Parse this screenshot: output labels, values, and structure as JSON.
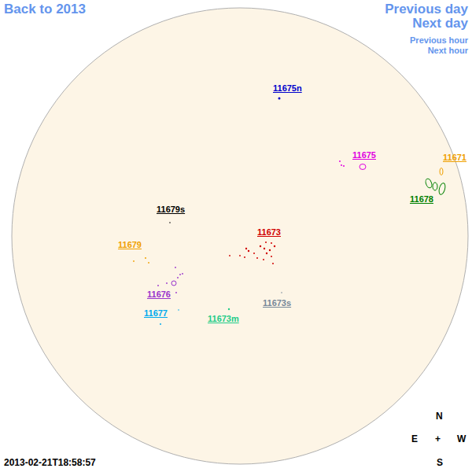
{
  "diagram": {
    "labels": [
      "Back to 2013",
      "Previous day",
      "Next day",
      "Previous hour",
      "Next hour",
      "11675n",
      "11675",
      "11671",
      "11678",
      "11679s",
      "11673",
      "11679",
      "11676",
      "11677",
      "11673m",
      "11673s",
      "N",
      "E",
      "+",
      "W",
      "S",
      "2013-02-21T18:58:57"
    ]
  }
}
